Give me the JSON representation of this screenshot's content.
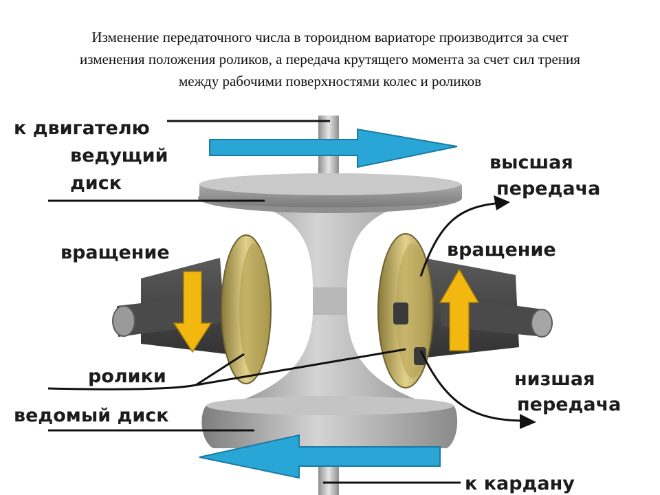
{
  "caption": {
    "line1": "Изменение передаточного числа в тороидном вариаторе производится  за счет",
    "line2": "изменения положения роликов, а передача крутящего момента за счет сил трения",
    "line3": "между рабочими поверхностями колес и роликов"
  },
  "labels": {
    "to_engine": "к двигателю",
    "driving_disk_1": "ведущий",
    "driving_disk_2": "диск",
    "rotation_left": "вращение",
    "rotation_right": "вращение",
    "higher_gear_1": "высшая",
    "higher_gear_2": "передача",
    "lower_gear_1": "низшая",
    "lower_gear_2": "передача",
    "rollers": "ролики",
    "driven_disk": "ведомый диск",
    "to_cardan": "к кардану"
  },
  "colors": {
    "flow_arrow": "#2aa6d6",
    "rotation_arrow": "#f2b80f",
    "roller": "#c8b46a",
    "disk": "#a9a9a9",
    "bracket": "#4a4a4a"
  }
}
